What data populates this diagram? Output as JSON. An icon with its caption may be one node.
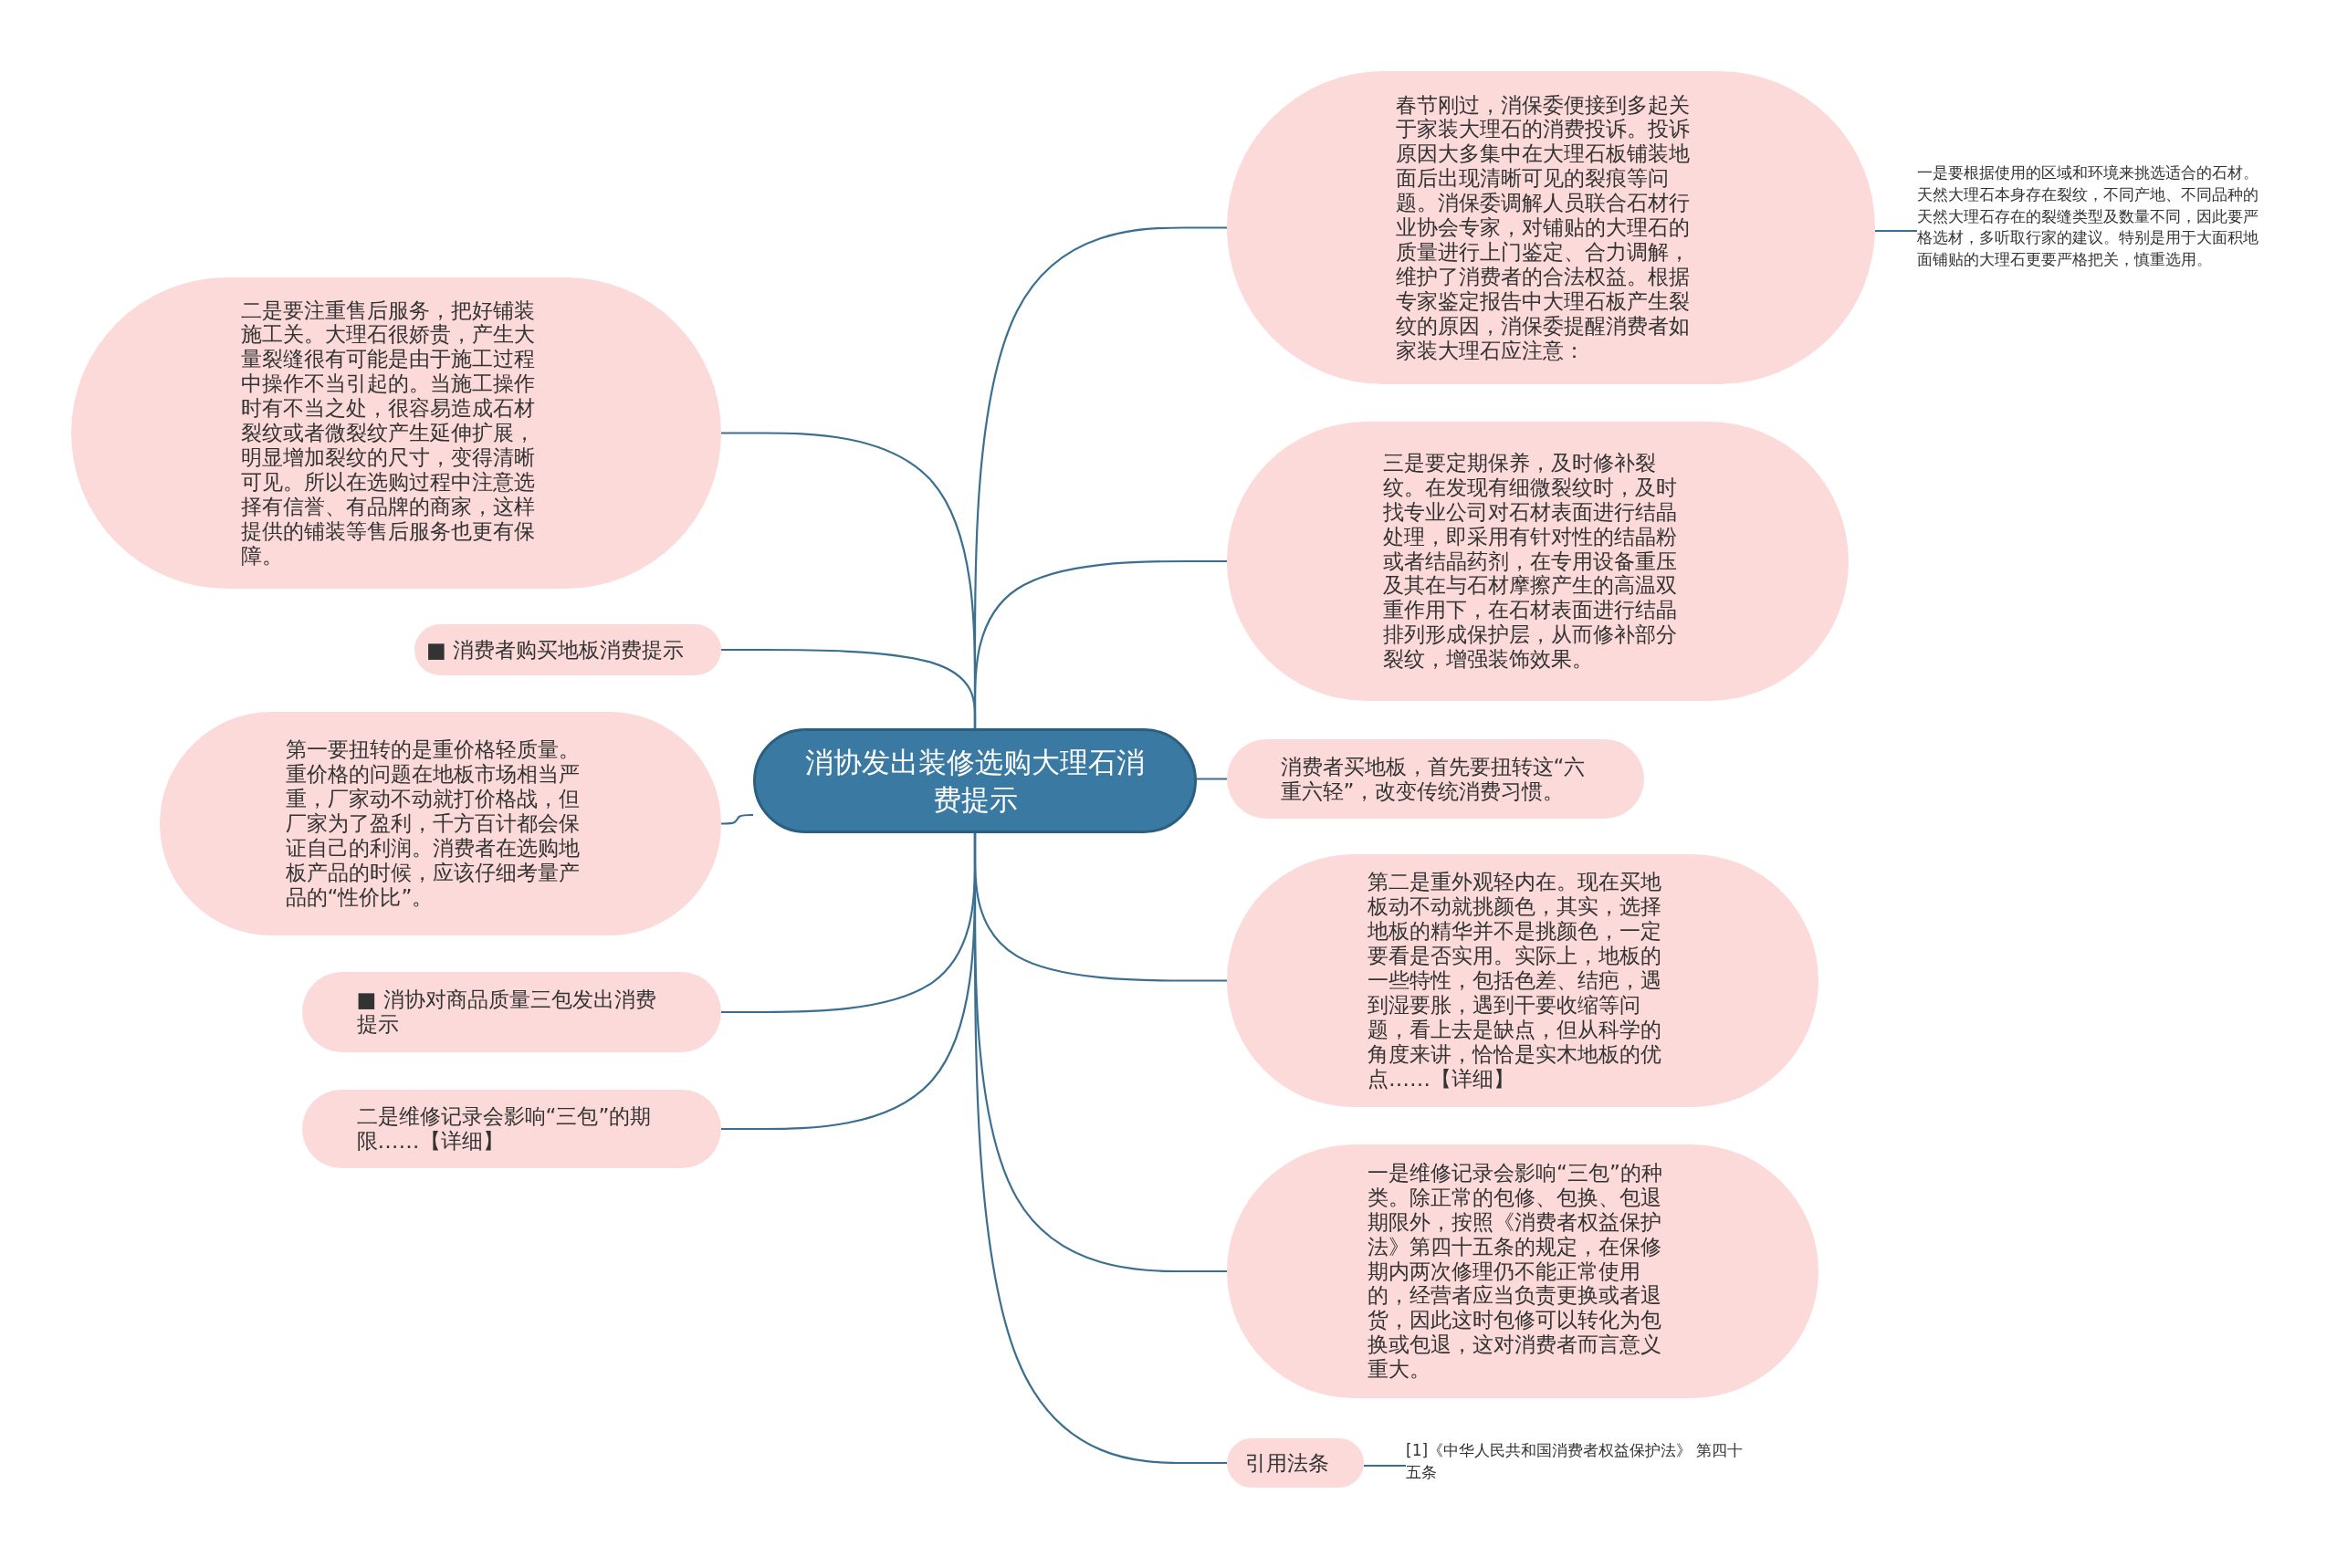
{
  "diagram": {
    "nodes": [
      {
        "text": [
          "消协发出装修选购大理石消费提示"
        ]
      },
      {
        "text": [
          "春节刚过，消保委便接到多起关于家装大理石的消费投诉。投诉原因大多集中在大理石板铺装地面后出现清晰可见的裂痕等问题。消保委调解人员联合石材行业协会专家，对铺贴的大理石的质量进行上门鉴定、合力调解，维护了消费者的合法权益。根据专家鉴定报告中大理石板产生裂纹的原因，消保委提醒消费者如家装大理石应注意："
        ]
      },
      {
        "text": [
          "一是要根据使用的区域和环境来挑选适合的石材。天然大理石本身存在裂纹，不同产地、不同品种的天然大理石存在的裂缝类型及数量不同，因此要严格选材，多听取行家的建议。特别是用于大面积地面铺贴的大理石更要严格把关，慎重选用。"
        ]
      },
      {
        "text": [
          "三是要定期保养，及时修补裂纹。在发现有细微裂纹时，及时找专业公司对石材表面进行结晶处理，即采用有针对性的结晶粉或者结晶药剂，在专用设备重压及其在与石材摩擦产生的高温双重作用下，在石材表面进行结晶排列形成保护层，从而修补部分裂纹，增强装饰效果。"
        ]
      },
      {
        "text": [
          "消费者买地板，首先要扭转这“六重六轻”，改变传统消费习惯。"
        ]
      },
      {
        "text": [
          "第二是重外观轻内在。现在买地板动不动就挑颜色，其实，选择地板的精华并不是挑颜色，一定要看是否实用。实际上，地板的一些特性，包括色差、结疤，遇到湿要胀，遇到干要收缩等问题，看上去是缺点，但从科学的角度来讲，恰恰是实木地板的优点……【详细】"
        ]
      },
      {
        "text": [
          "一是维修记录会影响“三包”的种类。除正常的包修、包换、包退期限外，按照《消费者权益保护法》第四十五条的规定，在保修期内两次修理仍不能正常使用的，经营者应当负责更换或者退货，因此这时包修可以转化为包换或包退，这对消费者而言意义重大。"
        ]
      },
      {
        "text": [
          "引用法条"
        ]
      },
      {
        "text": [
          "[1]《中华人民共和国消费者权益保护法》 第四十五条"
        ]
      },
      {
        "text": [
          "二是要注重售后服务，把好铺装施工关。大理石很娇贵，产生大量裂缝很有可能是由于施工过程中操作不当引起的。当施工操作时有不当之处，很容易造成石材裂纹或者微裂纹产生延伸扩展，明显增加裂纹的尺寸，变得清晰可见。所以在选购过程中注意选择有信誉、有品牌的商家，这样提供的铺装等售后服务也更有保障。"
        ]
      },
      {
        "text": [
          "■ 消费者购买地板消费提示"
        ]
      },
      {
        "text": [
          "第一要扭转的是重价格轻质量。重价格的问题在地板市场相当严重，厂家动不动就打价格战，但厂家为了盈利，千方百计都会保证自己的利润。消费者在选购地板产品的时候，应该仔细考量产品的“性价比”。"
        ]
      },
      {
        "text": [
          "■ 消协对商品质量三包发出消费提示"
        ]
      },
      {
        "text": [
          "二是维修记录会影响“三包”的期限……【详细】"
        ]
      }
    ],
    "edges": [
      {
        "from": 0,
        "to": 1,
        "arrow": "none"
      },
      {
        "from": 1,
        "to": 2,
        "arrow": "none"
      },
      {
        "from": 0,
        "to": 3,
        "arrow": "none"
      },
      {
        "from": 0,
        "to": 4,
        "arrow": "none"
      },
      {
        "from": 0,
        "to": 5,
        "arrow": "none"
      },
      {
        "from": 0,
        "to": 6,
        "arrow": "none"
      },
      {
        "from": 0,
        "to": 7,
        "arrow": "none"
      },
      {
        "from": 7,
        "to": 8,
        "arrow": "none"
      },
      {
        "from": 0,
        "to": 9,
        "arrow": "none"
      },
      {
        "from": 0,
        "to": 10,
        "arrow": "none"
      },
      {
        "from": 0,
        "to": 11,
        "arrow": "none"
      },
      {
        "from": 0,
        "to": 12,
        "arrow": "none"
      },
      {
        "from": 0,
        "to": 13,
        "arrow": "none"
      }
    ]
  }
}
